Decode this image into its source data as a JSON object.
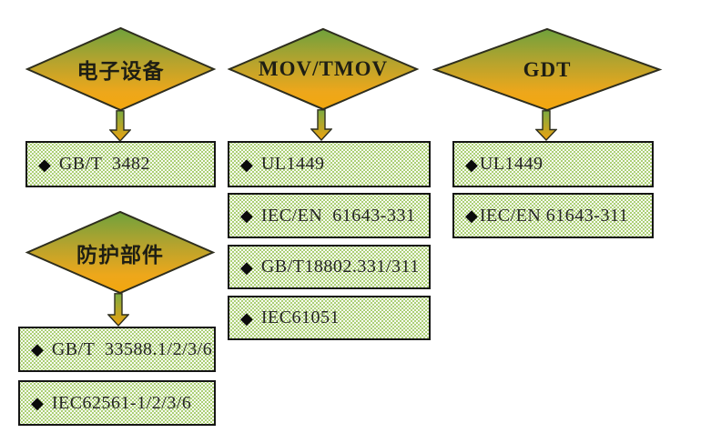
{
  "flowchart": {
    "groups": [
      {
        "diamond_label": "电子设备",
        "items": [
          {
            "bullet": "◆",
            "label": "GB/T  3482"
          }
        ]
      },
      {
        "diamond_label": "防护部件",
        "items": [
          {
            "bullet": "◆",
            "label": "GB/T  33588.1/2/3/6"
          },
          {
            "bullet": "◆",
            "label": "IEC62561-1/2/3/6"
          }
        ]
      },
      {
        "diamond_label": "MOV/TMOV",
        "items": [
          {
            "bullet": "◆",
            "label": "UL1449"
          },
          {
            "bullet": "◆",
            "label": "IEC/EN  61643-331"
          },
          {
            "bullet": "◆",
            "label": "GB/T18802.331/311"
          },
          {
            "bullet": "◆",
            "label": "IEC61051"
          }
        ]
      },
      {
        "diamond_label": "GDT",
        "items": [
          {
            "bullet": "◆",
            "label": "UL1449"
          },
          {
            "bullet": "◆",
            "label": "IEC/EN 61643-311"
          }
        ]
      }
    ],
    "colors": {
      "diamond_gradient_top": "#6fa23c",
      "diamond_gradient_mid": "#b1a32f",
      "diamond_gradient_bottom": "#f3a70e",
      "shape_outline": "#2e2e1e",
      "box_fill": "#95c24e",
      "box_pattern_dot": "#ffffff",
      "box_border": "#151515",
      "text": "#262626",
      "background": "#ffffff"
    }
  }
}
